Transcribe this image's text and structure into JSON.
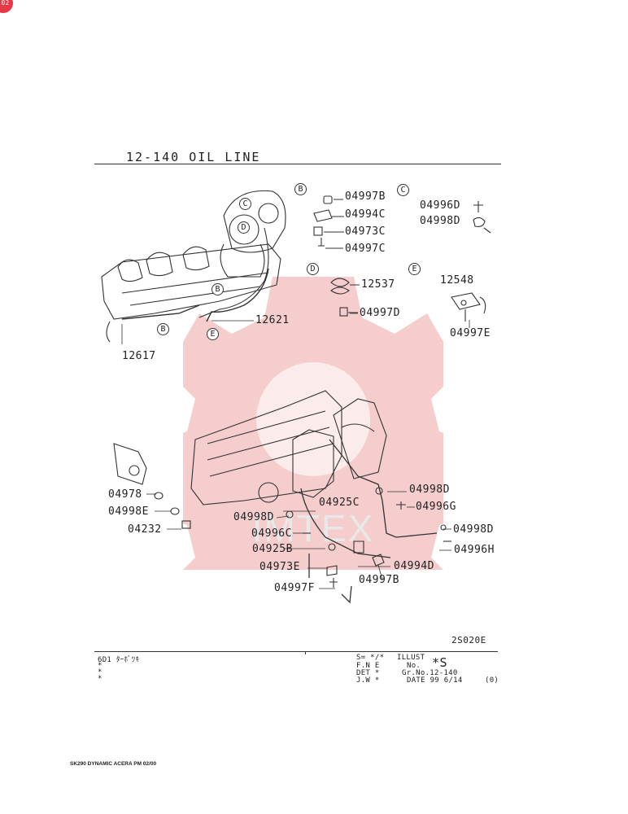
{
  "corner_badge": "02",
  "title": "12-140   OIL LINE",
  "watermark": "IMTEX",
  "ref_code": "2S020E",
  "callouts": {
    "B_top": "B",
    "C_top": "C",
    "D_mid": "D",
    "E_mid": "E",
    "B_eng1": "B",
    "B_eng2": "B",
    "C_eng": "C",
    "D_eng": "D",
    "E_eng": "E"
  },
  "parts": {
    "p04997B_top": "04997B",
    "p04994C": "04994C",
    "p04973C": "04973C",
    "p04997C": "04997C",
    "p04996D": "04996D",
    "p04998D_top": "04998D",
    "p12537": "12537",
    "p04997D": "04997D",
    "p12548": "12548",
    "p04997E": "04997E",
    "p12621": "12621",
    "p12617": "12617",
    "p04978": "04978",
    "p04998E": "04998E",
    "p04232": "04232",
    "p04998D_r1": "04998D",
    "p04925C": "04925C",
    "p04996G": "04996G",
    "p04998D_l": "04998D",
    "p04998D_r2": "04998D",
    "p04996C": "04996C",
    "p04996H": "04996H",
    "p04925B": "04925B",
    "p04994D": "04994D",
    "p04973E": "04973E",
    "p04997B_bot": "04997B",
    "p04997F": "04997F"
  },
  "footer_table": {
    "left_head": "6D1  ﾀｰﾎﾞﾂｷ",
    "left_stars": [
      "*",
      "*",
      "*"
    ],
    "row1_a": "S= */*",
    "row1_b": "ILLUST",
    "row2_a": "F.N E",
    "row2_b": "No.",
    "illust_no": "*S",
    "row3_a": "DET *",
    "row3_b": "Gr.No.12-140",
    "row4_a": "J.W *",
    "row4_b": "DATE  99 6/14",
    "row4_c": "(0)"
  },
  "footer_note": "SK290 DYNAMIC ACERA PM 02/00"
}
